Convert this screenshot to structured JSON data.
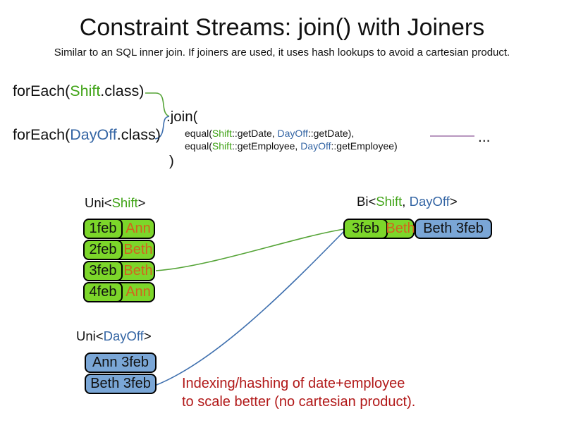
{
  "palette": {
    "green_text": "#3fa315",
    "blue_text": "#3465a4",
    "orange_text": "#d2641e",
    "red_text": "#b11818",
    "green_fill": "#7cd62a",
    "blue_fill": "#7aa6d6",
    "purple_line": "#a074a8",
    "line_green": "#55a437",
    "line_blue": "#3e6fae",
    "text": "#111111"
  },
  "header": {
    "title": "Constraint Streams: join() with Joiners",
    "subtitle": "Similar to an SQL inner join. If joiners are used, it uses hash lookups to avoid a cartesian product."
  },
  "code": {
    "foreach_shift": {
      "prefix": "forEach(",
      "class_name": "Shift",
      "suffix": ".class)"
    },
    "foreach_dayoff": {
      "prefix": "forEach(",
      "class_name": "DayOff",
      "suffix": ".class)"
    },
    "join_open": ".join(",
    "joiners": [
      {
        "pre": "equal(",
        "shift": "Shift",
        "mid": "::getDate, ",
        "dayoff": "DayOff",
        "post": "::getDate),"
      },
      {
        "pre": "equal(",
        "shift": "Shift",
        "mid": "::getEmployee, ",
        "dayoff": "DayOff",
        "post": "::getEmployee)"
      }
    ],
    "join_close": ")",
    "ellipsis": "..."
  },
  "uni_shift": {
    "label": {
      "pre": "Uni<",
      "type": "Shift",
      "post": ">"
    },
    "rows": [
      {
        "date": "1feb",
        "employee": "Ann"
      },
      {
        "date": "2feb",
        "employee": "Beth"
      },
      {
        "date": "3feb",
        "employee": "Beth"
      },
      {
        "date": "4feb",
        "employee": "Ann"
      }
    ]
  },
  "uni_dayoff": {
    "label": {
      "pre": "Uni<",
      "type": "DayOff",
      "post": ">"
    },
    "rows": [
      {
        "value": "Ann 3feb"
      },
      {
        "value": "Beth 3feb"
      }
    ]
  },
  "bi": {
    "label": {
      "pre": "Bi<",
      "shift": "Shift",
      "sep": ", ",
      "dayoff": "DayOff",
      "post": ">"
    },
    "row": {
      "date": "3feb",
      "employee": "Beth",
      "dayoff": "Beth 3feb"
    }
  },
  "note": {
    "line1": "Indexing/hashing of date+employee",
    "line2": "to scale better (no cartesian product)."
  }
}
